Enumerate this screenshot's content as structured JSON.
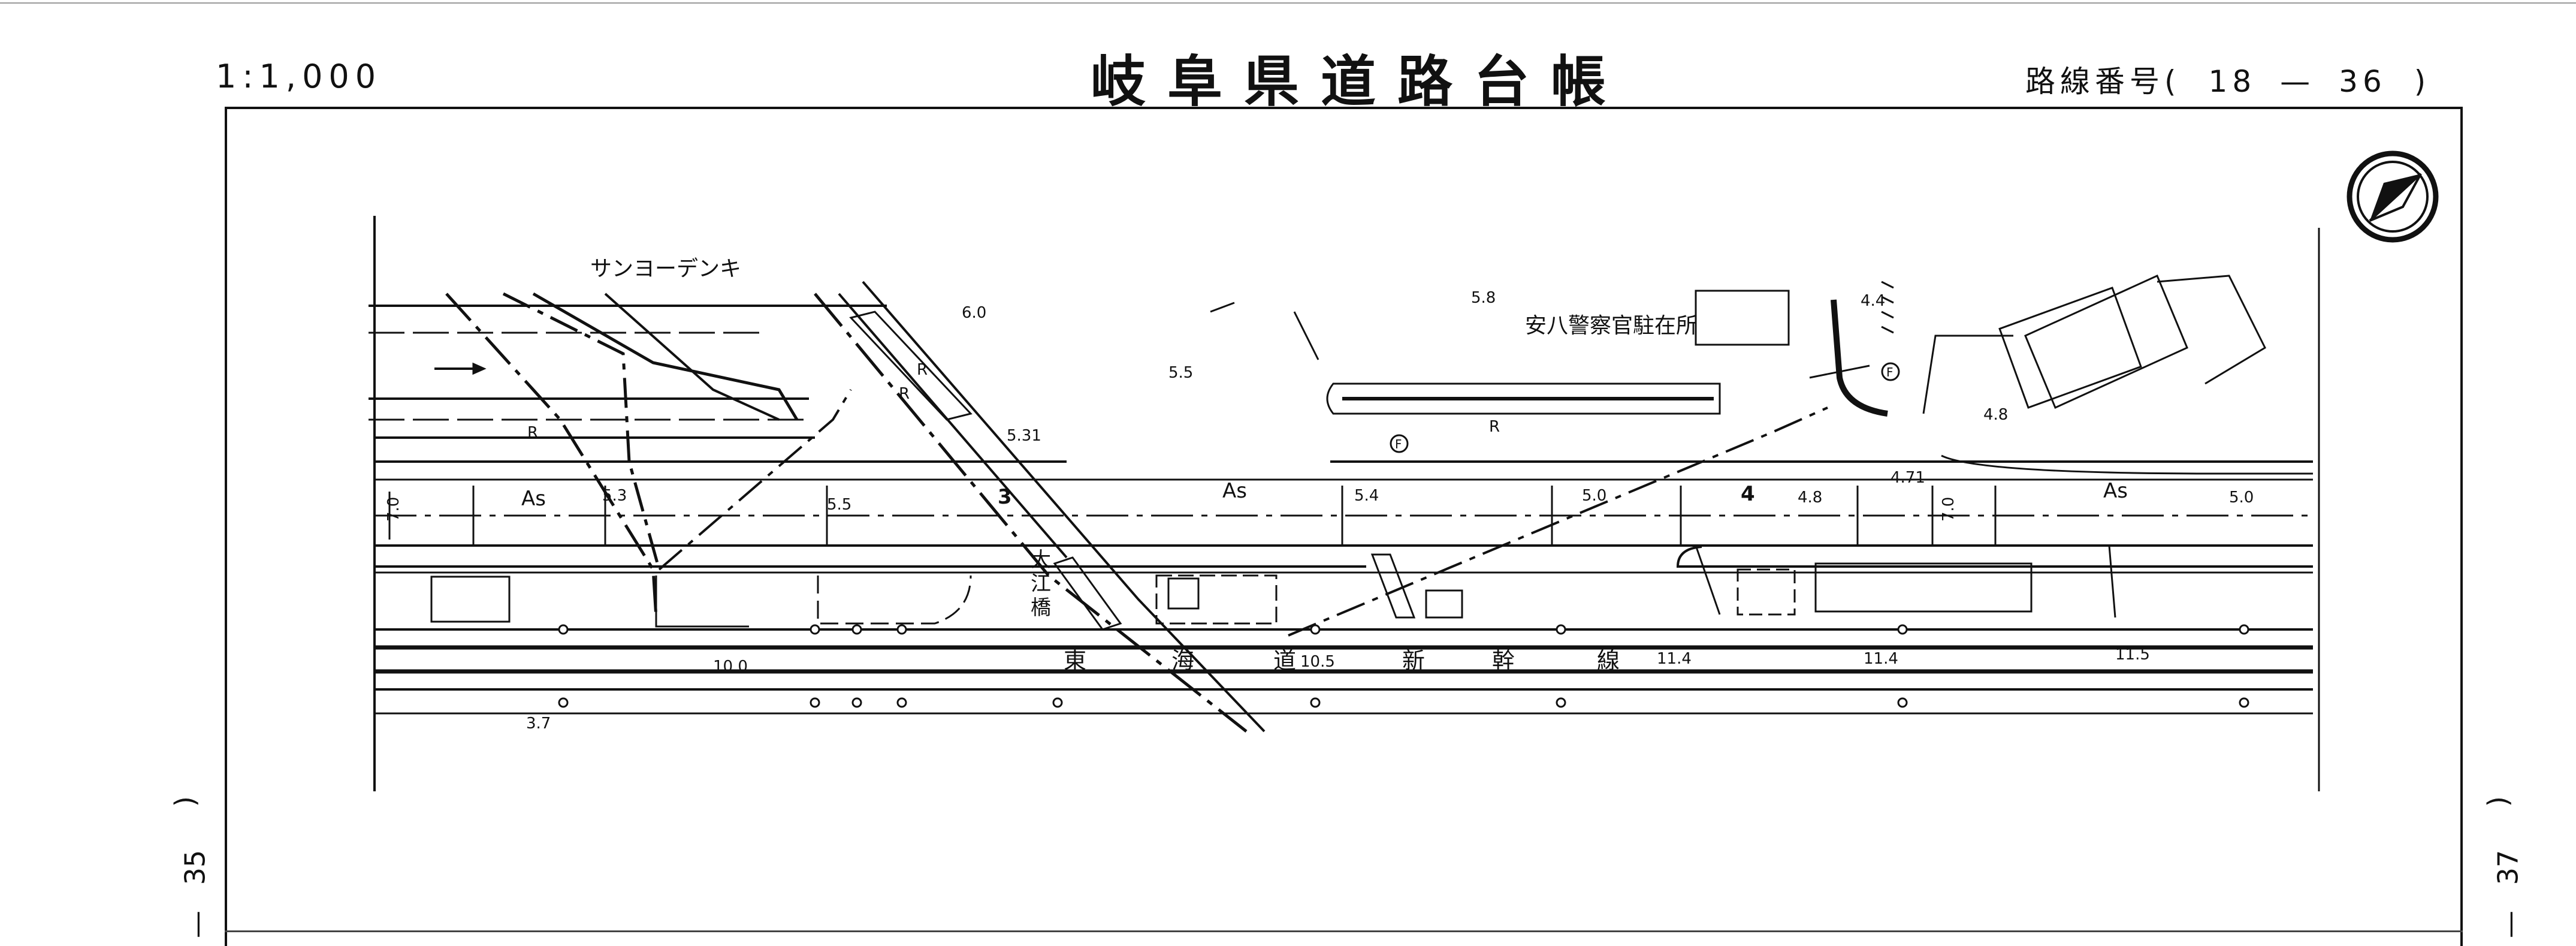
{
  "header": {
    "scale": "1:1,000",
    "title": "岐阜県道路台帳",
    "route_label": "路線番号(",
    "route_a": "18",
    "route_dash": "—",
    "route_b": "36",
    "route_close": ")"
  },
  "page_refs": {
    "left_paren": ")",
    "left_number": "35",
    "left_dash": "—",
    "right_paren": ")",
    "right_number": "37",
    "right_dash": "—"
  },
  "map": {
    "labels": {
      "company": "サンヨーデンキ",
      "police_box": "安八警察官駐在所",
      "bridge_1": "大",
      "bridge_2": "江",
      "bridge_3": "橋",
      "railway": [
        "東",
        "海",
        "道",
        "新",
        "幹",
        "線"
      ],
      "pavement": "As",
      "road_mark": "R",
      "hydrant": "F",
      "station_3": "3",
      "station_4": "4"
    },
    "elevations": [
      "6.0",
      "5.8",
      "5.5",
      "4.4",
      "4.8",
      "5.31",
      "5.3",
      "5.5",
      "5.4",
      "5.0",
      "4.8",
      "4.71",
      "5.0",
      "10.0",
      "10.5",
      "11.4",
      "11.4",
      "11.5",
      "3.7"
    ],
    "widths": [
      "7.0",
      "7.0"
    ]
  }
}
